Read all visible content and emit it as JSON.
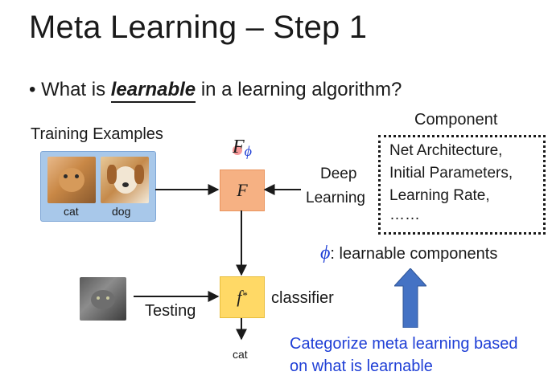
{
  "slide": {
    "title": "Meta Learning – Step 1",
    "bullet_prefix": "• What is ",
    "bullet_emph": "learnable",
    "bullet_suffix": " in a learning algorithm?"
  },
  "diagram": {
    "training_examples_label": "Training Examples",
    "train_caption_cat": "cat",
    "train_caption_dog": "dog",
    "F_label": "F",
    "F_phi_base": "F",
    "F_phi_sub": "ϕ",
    "deep_label": "Deep",
    "learning_label": "Learning",
    "component_label": "Component",
    "component_items": [
      "Net Architecture,",
      "Initial Parameters,",
      "Learning Rate,",
      "……"
    ],
    "phi_symbol": "ϕ",
    "phi_text": ": learnable components",
    "f_label": "f",
    "f_sup": "*",
    "classifier_label": "classifier",
    "testing_label": "Testing",
    "output_label": "cat",
    "categorize_line1": "Categorize meta learning based",
    "categorize_line2": "on what is learnable"
  },
  "colors": {
    "F_box": "#f6b183",
    "f_box": "#ffd966",
    "train_panel": "#a8c8ea",
    "accent_blue": "#1f3fd6",
    "arrow_blue": "#4472c4"
  },
  "icons": [
    "cat-photo",
    "dog-photo",
    "gray-cat-photo",
    "up-arrow-icon"
  ]
}
